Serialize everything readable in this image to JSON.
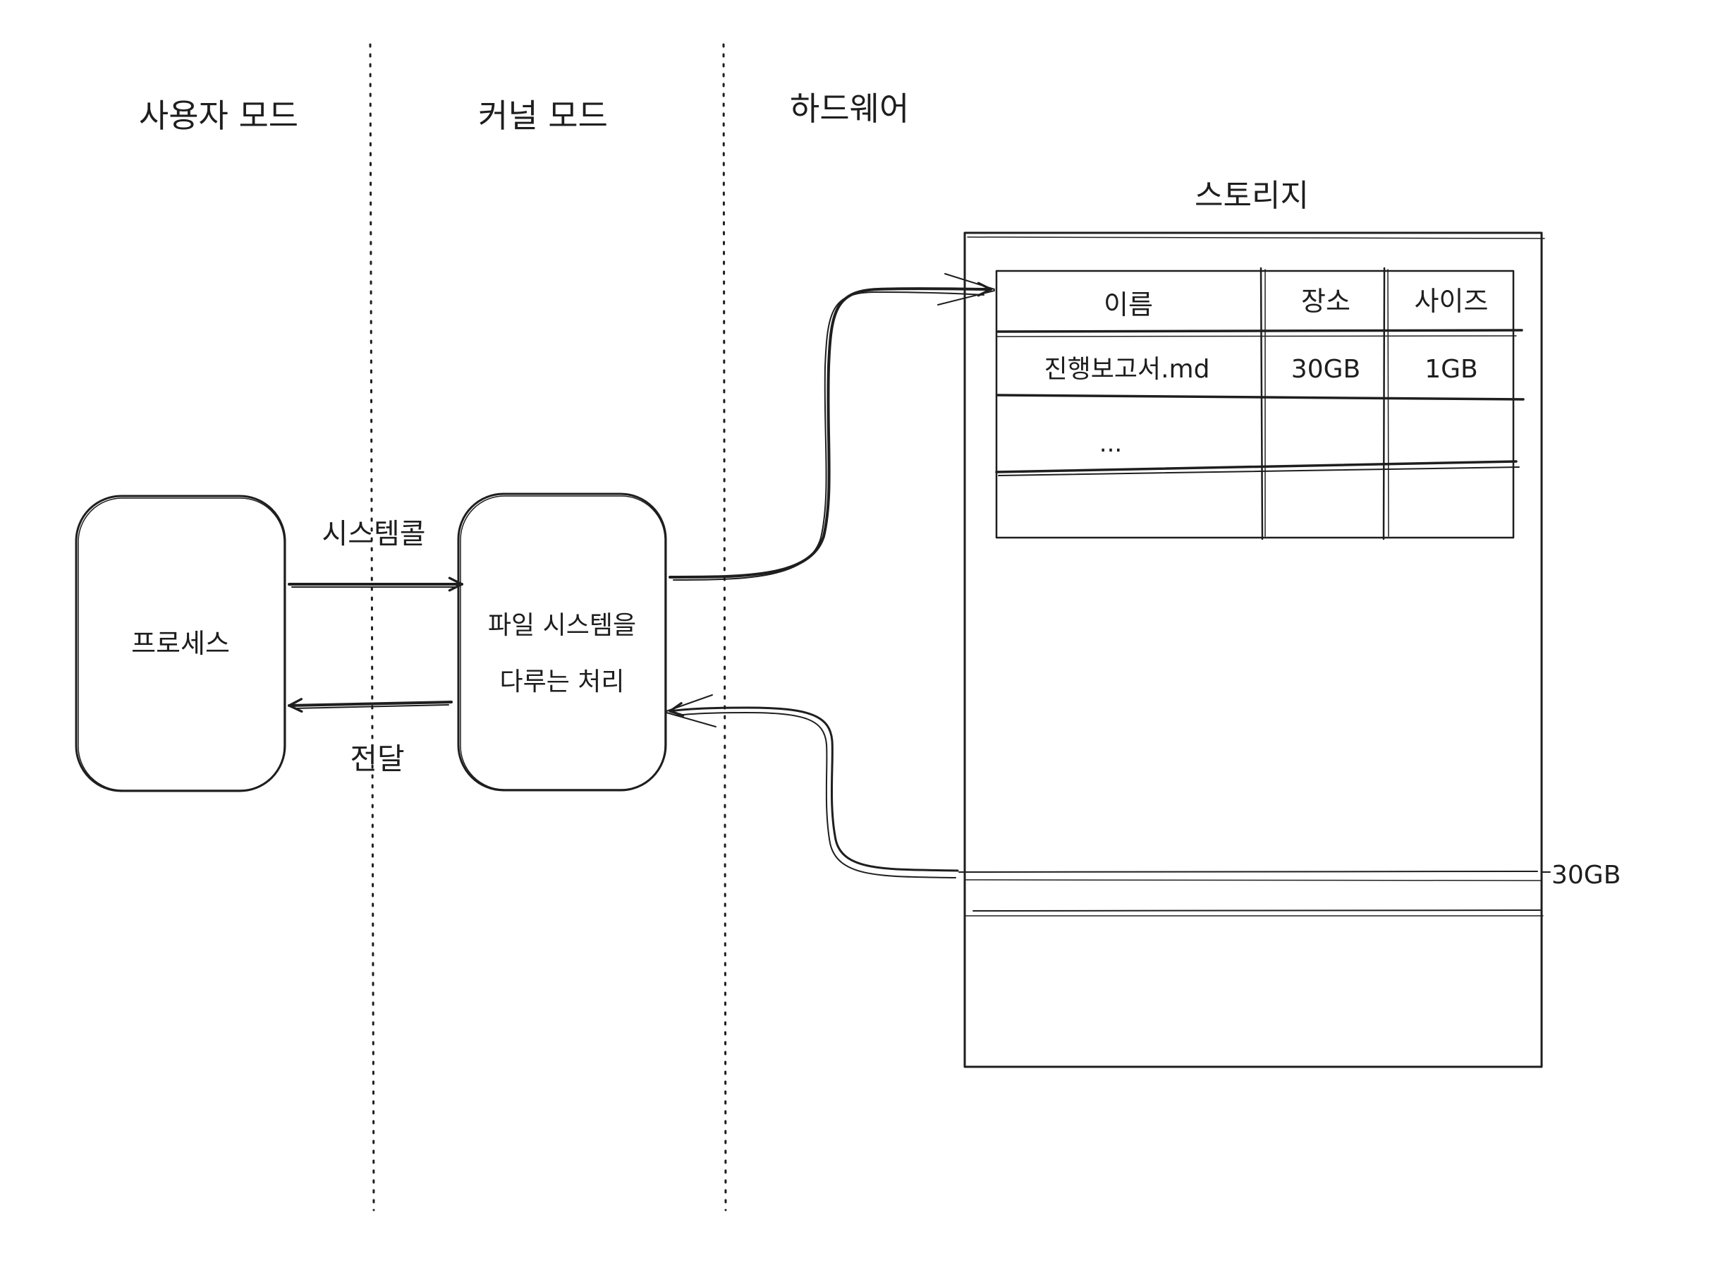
{
  "zones": {
    "user_mode": "사용자 모드",
    "kernel_mode": "커널 모드",
    "hardware": "하드웨어"
  },
  "nodes": {
    "process": "프로세스",
    "fs_line1": "파일 시스템을",
    "fs_line2": "다루는 처리"
  },
  "edges": {
    "syscall": "시스템콜",
    "deliver": "전달"
  },
  "storage": {
    "title": "스토리지",
    "columns": [
      "이름",
      "장소",
      "사이즈"
    ],
    "rows": [
      [
        "진행보고서.md",
        "30GB",
        "1GB"
      ],
      [
        "...",
        "",
        ""
      ],
      [
        "",
        "",
        ""
      ]
    ],
    "offset_label": "30GB"
  }
}
